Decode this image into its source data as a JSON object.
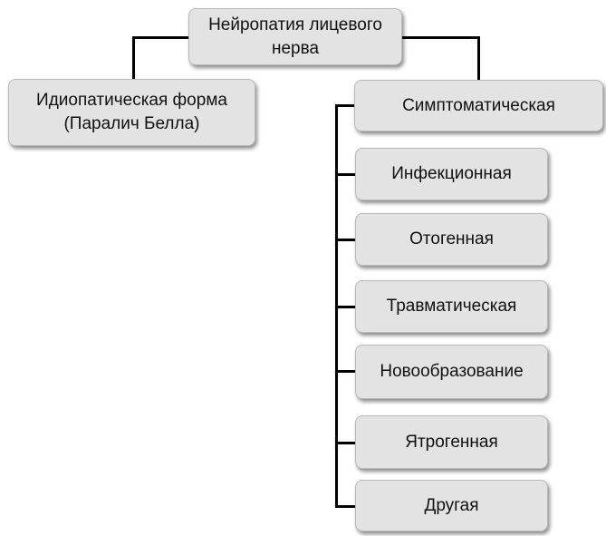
{
  "root": {
    "label": "Нейропатия лицевого нерва"
  },
  "branches": {
    "idiopathic": {
      "label": "Идиопатическая форма (Паралич Белла)"
    },
    "symptomatic": {
      "label": "Симптоматическая",
      "subtypes": [
        {
          "label": "Инфекционная"
        },
        {
          "label": "Отогенная"
        },
        {
          "label": "Травматическая"
        },
        {
          "label": "Новообразование"
        },
        {
          "label": "Ятрогенная"
        },
        {
          "label": "Другая"
        }
      ]
    }
  }
}
